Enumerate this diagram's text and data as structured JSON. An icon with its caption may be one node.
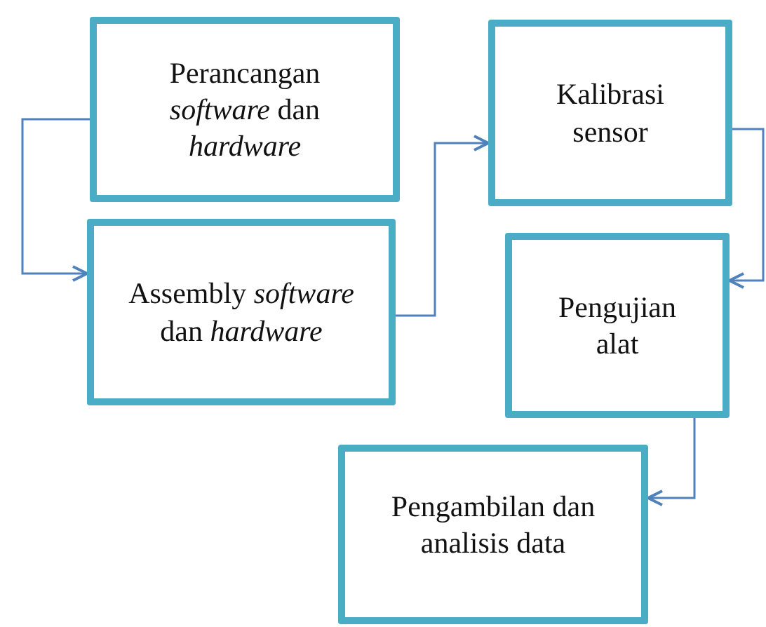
{
  "diagram": {
    "nodes": [
      {
        "text": [
          "Perancangan *software* dan *hardware*"
        ]
      },
      {
        "text": [
          "Assembly *software* dan *hardware*"
        ]
      },
      {
        "text": [
          "Kalibrasi sensor"
        ]
      },
      {
        "text": [
          "Pengujian alat"
        ]
      },
      {
        "text": [
          "Pengambilan dan analisis data"
        ]
      }
    ],
    "edges": [
      {
        "from": 0,
        "to": 1,
        "arrow": "to"
      },
      {
        "from": 1,
        "to": 2,
        "arrow": "to"
      },
      {
        "from": 2,
        "to": 3,
        "arrow": "to"
      },
      {
        "from": 3,
        "to": 4,
        "arrow": "to"
      }
    ]
  }
}
